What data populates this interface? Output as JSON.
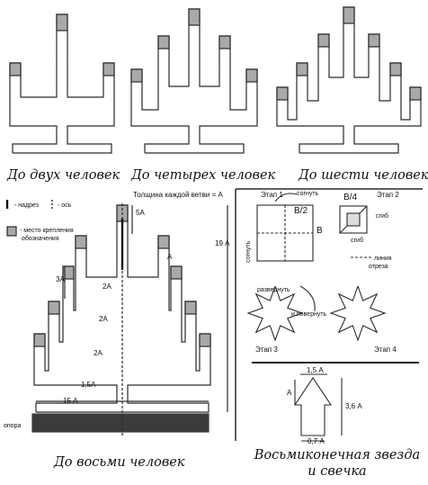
{
  "captions": {
    "two_people": "До двух человек",
    "four_people": "До четырех человек",
    "six_people": "До шести человек",
    "eight_people": "До восьми человек",
    "star_line1": "Восьмиконечная звезда",
    "star_line2": "и свечка"
  },
  "legend": {
    "cut": "- надрез",
    "axis": "- ось",
    "mount_line1": "- место крепления",
    "mount_line2": "обозначения"
  },
  "menorah": {
    "branch_thickness": "Толщина каждой ветви = А",
    "dim_5a": "5А",
    "dim_a": "А",
    "dim_3a": "3А",
    "dim_19a": "19 А",
    "dim_2a_1": "2А",
    "dim_2a_2": "2А",
    "dim_2a_3": "2А",
    "dim_1_5a": "1,5А",
    "dim_15a": "15 А",
    "base_label": "опора"
  },
  "star": {
    "stage1": "Этап 1",
    "stage2": "Этап 2",
    "stage3": "Этап 3",
    "stage4": "Этап 4",
    "fold": "согнуть",
    "fold_vertical": "согнуть",
    "b_half": "В/2",
    "b": "В",
    "b_quarter": "В/4",
    "bend1": "сгиб",
    "bend2": "сгиб",
    "cut_line_1": "линия",
    "cut_line_2": "отреза",
    "rotate1": "развернуть",
    "rotate2": "и повернуть"
  },
  "candle": {
    "dim_1_5a": "1,5 А",
    "dim_a": "А",
    "dim_3_6a": "3,6 А",
    "dim_0_7a": "0,7 А"
  },
  "colors": {
    "line": "#2a2a2a",
    "mount": "#a9a9a9",
    "base": "#3b3b3b"
  }
}
